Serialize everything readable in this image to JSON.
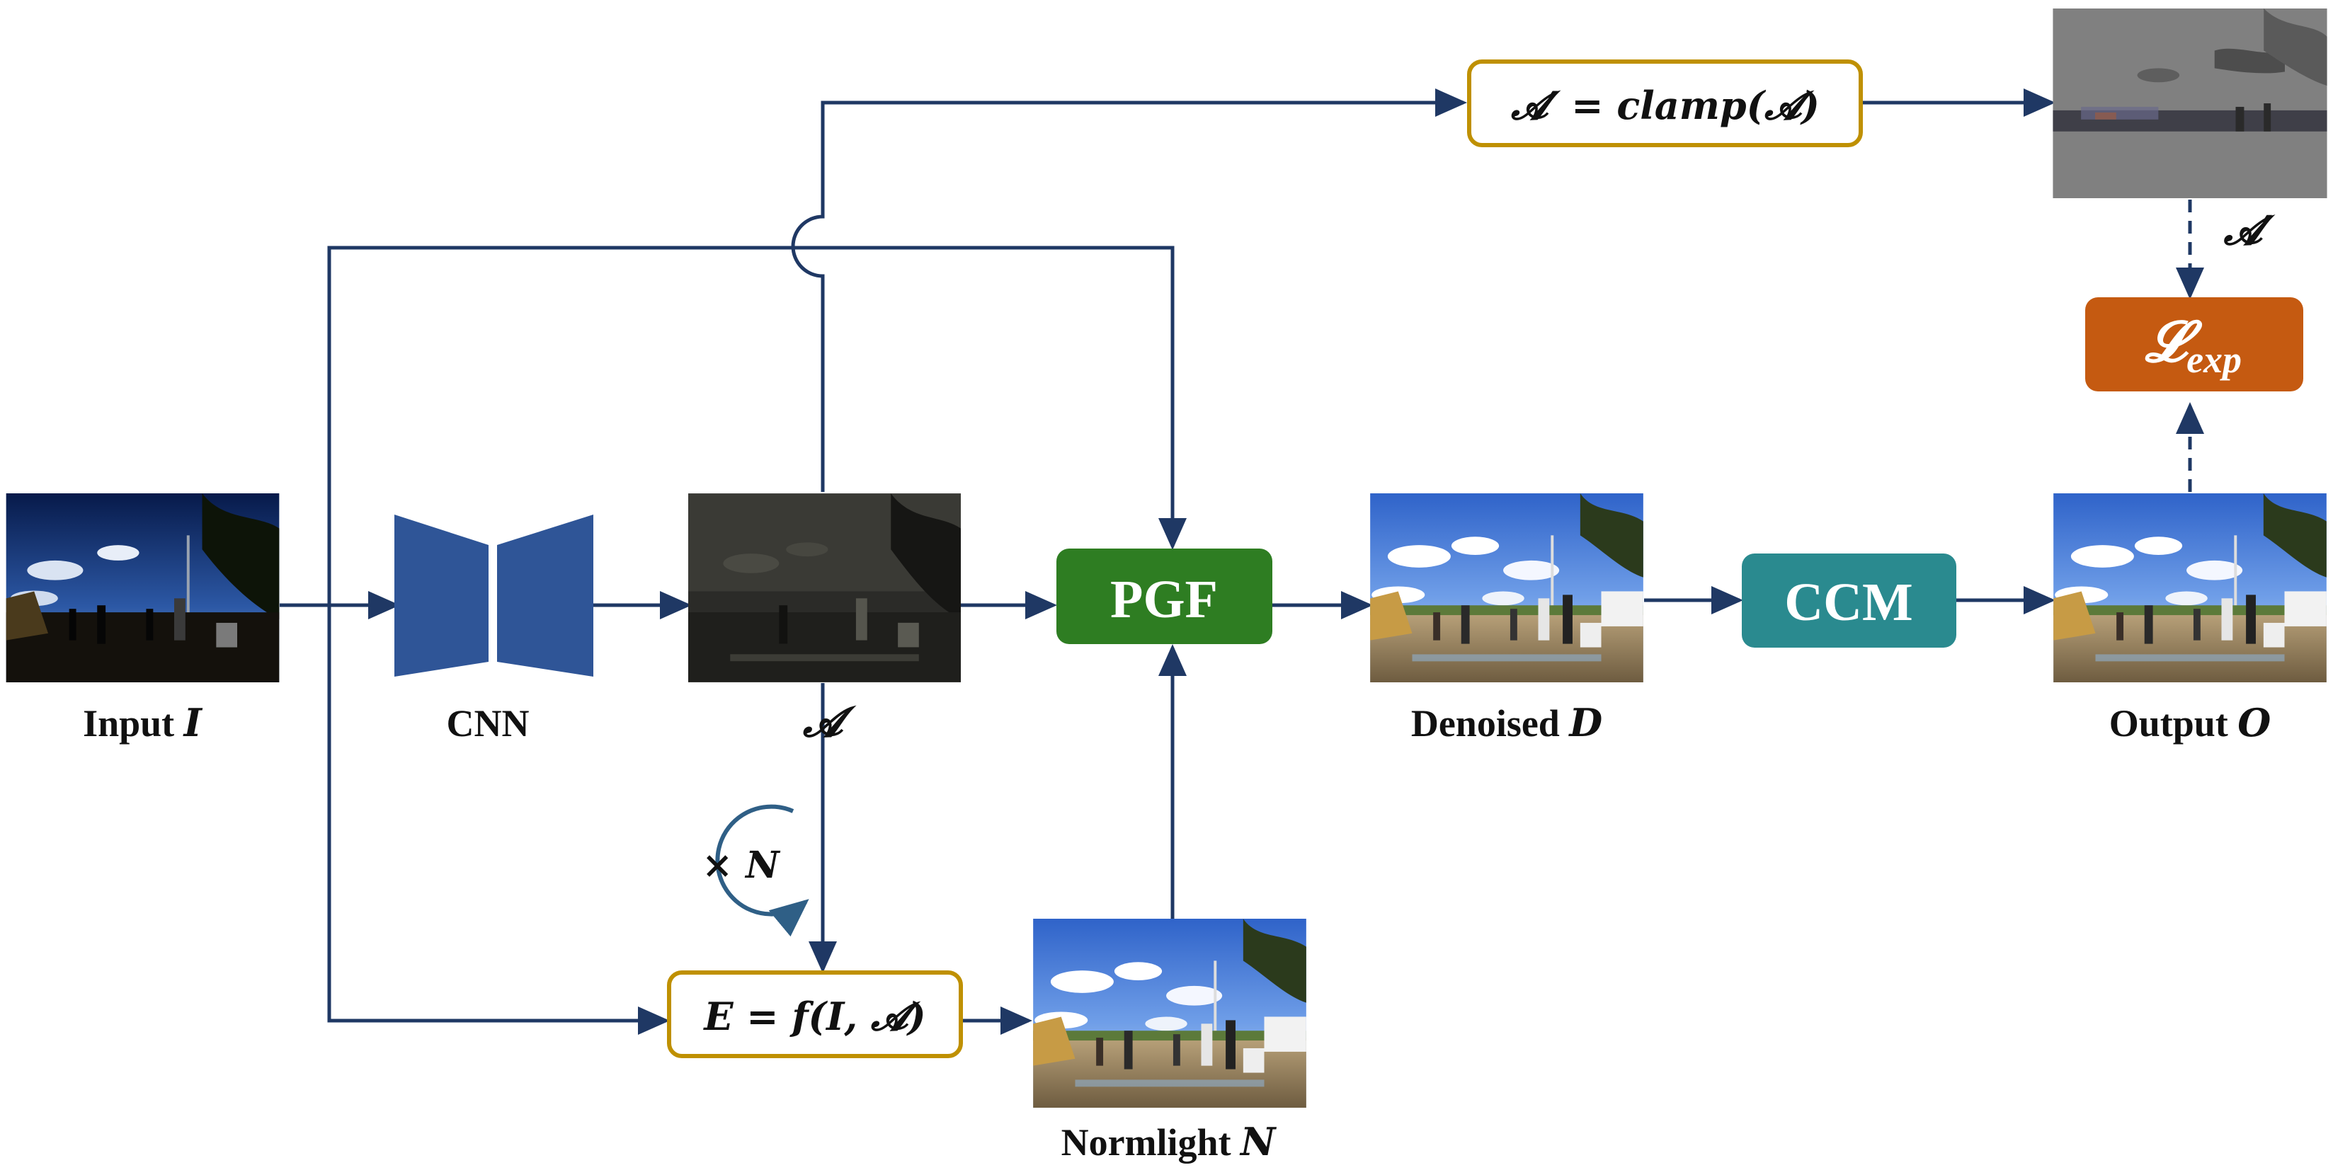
{
  "labels": {
    "input": "Input",
    "input_sym": "I",
    "cnn": "CNN",
    "attn": "𝓐",
    "attn_prime": "𝓐′",
    "denoised": "Denoised",
    "denoised_sym": "D",
    "output": "Output",
    "output_sym": "O",
    "normlight": "Normlight",
    "normlight_sym": "N",
    "repeat": "× N"
  },
  "boxes": {
    "pgf": "PGF",
    "ccm": "CCM",
    "clamp": "𝓐′ = clamp(𝓐)",
    "enhance": "E = f(I, 𝓐)",
    "loss_main": "𝓛",
    "loss_sub": "exp"
  },
  "colors": {
    "arrow": "#1f3864",
    "cnn": "#2f5597",
    "pgf": "#2e7d22",
    "ccm": "#2a8a8f",
    "loss": "#c55a11",
    "formula_border": "#bf9000",
    "gray_map": "#7f7f7f",
    "repeat_arc": "#2f5f86"
  }
}
